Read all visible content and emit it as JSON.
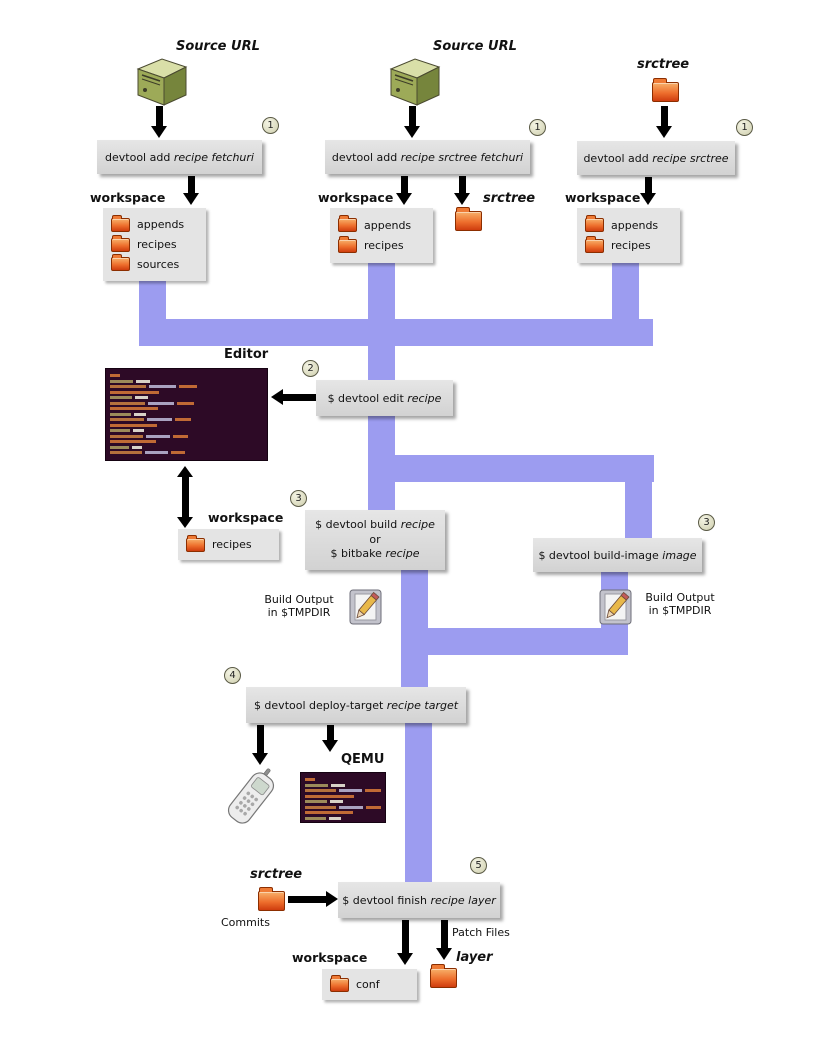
{
  "steps": {
    "add": "1",
    "edit": "2",
    "build": "3",
    "deploy": "4",
    "finish": "5"
  },
  "top": {
    "col1": {
      "title": "Source URL",
      "command": {
        "pre": "devtool add ",
        "em": "recipe fetchuri"
      },
      "workspace_label": "workspace",
      "folders": [
        "appends",
        "recipes",
        "sources"
      ]
    },
    "col2": {
      "title": "Source URL",
      "command": {
        "pre": "devtool add ",
        "em": "recipe srctree fetchuri"
      },
      "workspace_label": "workspace",
      "folders": [
        "appends",
        "recipes"
      ],
      "srctree_label": "srctree"
    },
    "col3": {
      "title": "srctree",
      "command": {
        "pre": "devtool add ",
        "em": "recipe srctree"
      },
      "workspace_label": "workspace",
      "folders": [
        "appends",
        "recipes"
      ]
    }
  },
  "edit": {
    "editor_label": "Editor",
    "command": {
      "pre": "$ devtool edit ",
      "em": "recipe"
    },
    "workspace_label": "workspace",
    "folders": [
      "recipes"
    ]
  },
  "build": {
    "recipe_cmd": {
      "pre": "$ devtool build ",
      "em": "recipe"
    },
    "or_label": "or",
    "bitbake_cmd": {
      "pre": "$ bitbake ",
      "em": "recipe"
    },
    "output": {
      "line1": "Build Output",
      "line2": "in $TMPDIR"
    }
  },
  "build_image": {
    "command": {
      "pre": "$ devtool build-image ",
      "em": "image"
    },
    "output": {
      "line1": "Build Output",
      "line2": "in $TMPDIR"
    }
  },
  "deploy": {
    "command": {
      "pre": "$ devtool deploy-target ",
      "em": "recipe target"
    },
    "qemu_label": "QEMU"
  },
  "finish": {
    "command": {
      "pre": "$ devtool finish ",
      "em": "recipe layer"
    },
    "srctree_label": "srctree",
    "commits_label": "Commits",
    "patch_files_label": "Patch Files",
    "workspace_label": "workspace",
    "folders": [
      "conf"
    ],
    "layer_label": "layer"
  },
  "colors": {
    "pipe": "#9c9cf0",
    "box": "#d9d9d9",
    "folder": "#ee6f2d"
  }
}
